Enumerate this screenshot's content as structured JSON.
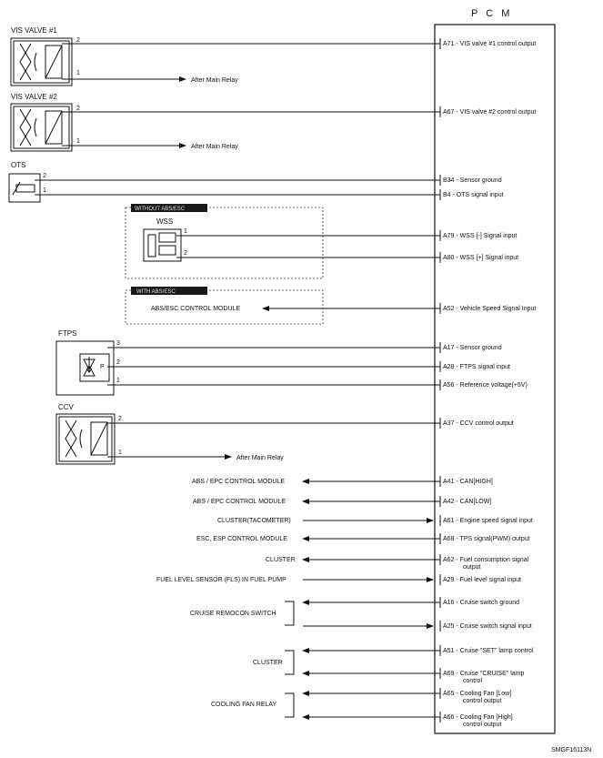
{
  "pcm_title": "P C M",
  "footer_code": "SMGF16113N",
  "after_main_relay": "After Main Relay",
  "components": {
    "vis1": "VIS VALVE #1",
    "vis2": "VIS VALVE #2",
    "ots": "OTS",
    "wss": "WSS",
    "without_abs": "WITHOUT ABS/ESC",
    "with_abs": "WITH ABS/ESC",
    "abs_module": "ABS/ESC CONTROL MODULE",
    "ftps": "FTPS",
    "ccv": "CCV"
  },
  "pins": {
    "p1": "1",
    "p2": "2",
    "p3": "3",
    "p_letter": "P"
  },
  "pcm_pins": [
    {
      "pin": "A71",
      "desc": "VIS valve #1 control output"
    },
    {
      "pin": "A67",
      "desc": "VIS valve #2 control output"
    },
    {
      "pin": "B34",
      "desc": "Sensor ground"
    },
    {
      "pin": "B4",
      "desc": "OTS signal input"
    },
    {
      "pin": "A79",
      "desc": "WSS [-] Signal input"
    },
    {
      "pin": "A80",
      "desc": "WSS [+] Signal input"
    },
    {
      "pin": "A52",
      "desc": "Vehicle Speed Signal Input"
    },
    {
      "pin": "A17",
      "desc": "Sensor ground"
    },
    {
      "pin": "A28",
      "desc": "FTPS signal input"
    },
    {
      "pin": "A56",
      "desc": "Reference voltage(+5V)"
    },
    {
      "pin": "A37",
      "desc": "CCV control output"
    },
    {
      "pin": "A41",
      "desc": "CAN[HIGH]"
    },
    {
      "pin": "A42",
      "desc": "CAN[LOW]"
    },
    {
      "pin": "A61",
      "desc": "Engine speed signal input"
    },
    {
      "pin": "A68",
      "desc": "TPS signal(PWM) output"
    },
    {
      "pin": "A62",
      "desc": "Fuel consumption signal",
      "desc2": "output"
    },
    {
      "pin": "A29",
      "desc": "Fuel level signal input"
    },
    {
      "pin": "A16",
      "desc": "Cruise switch ground"
    },
    {
      "pin": "A25",
      "desc": "Cruise switch signal input"
    },
    {
      "pin": "A51",
      "desc": "Cruise \"SET\" lamp control"
    },
    {
      "pin": "A69",
      "desc": "Cruise \"CRUISE\" lamp",
      "desc2": "control"
    },
    {
      "pin": "A65",
      "desc": "Cooling Fan [Low]",
      "desc2": "control output"
    },
    {
      "pin": "A66",
      "desc": "Cooling Fan [High]",
      "desc2": "control output"
    }
  ],
  "modules": [
    "ABS / EPC CONTROL MODULE",
    "ABS / EPC CONTROL MODULE",
    "CLUSTER(TACOMETER)",
    "ESC, ESP CONTROL MODULE",
    "CLUSTER",
    "FUEL LEVEL SENSOR (FLS) IN FUEL PUMP",
    "CRUISE REMOCON SWITCH",
    "CLUSTER",
    "COOLING FAN RELAY"
  ]
}
